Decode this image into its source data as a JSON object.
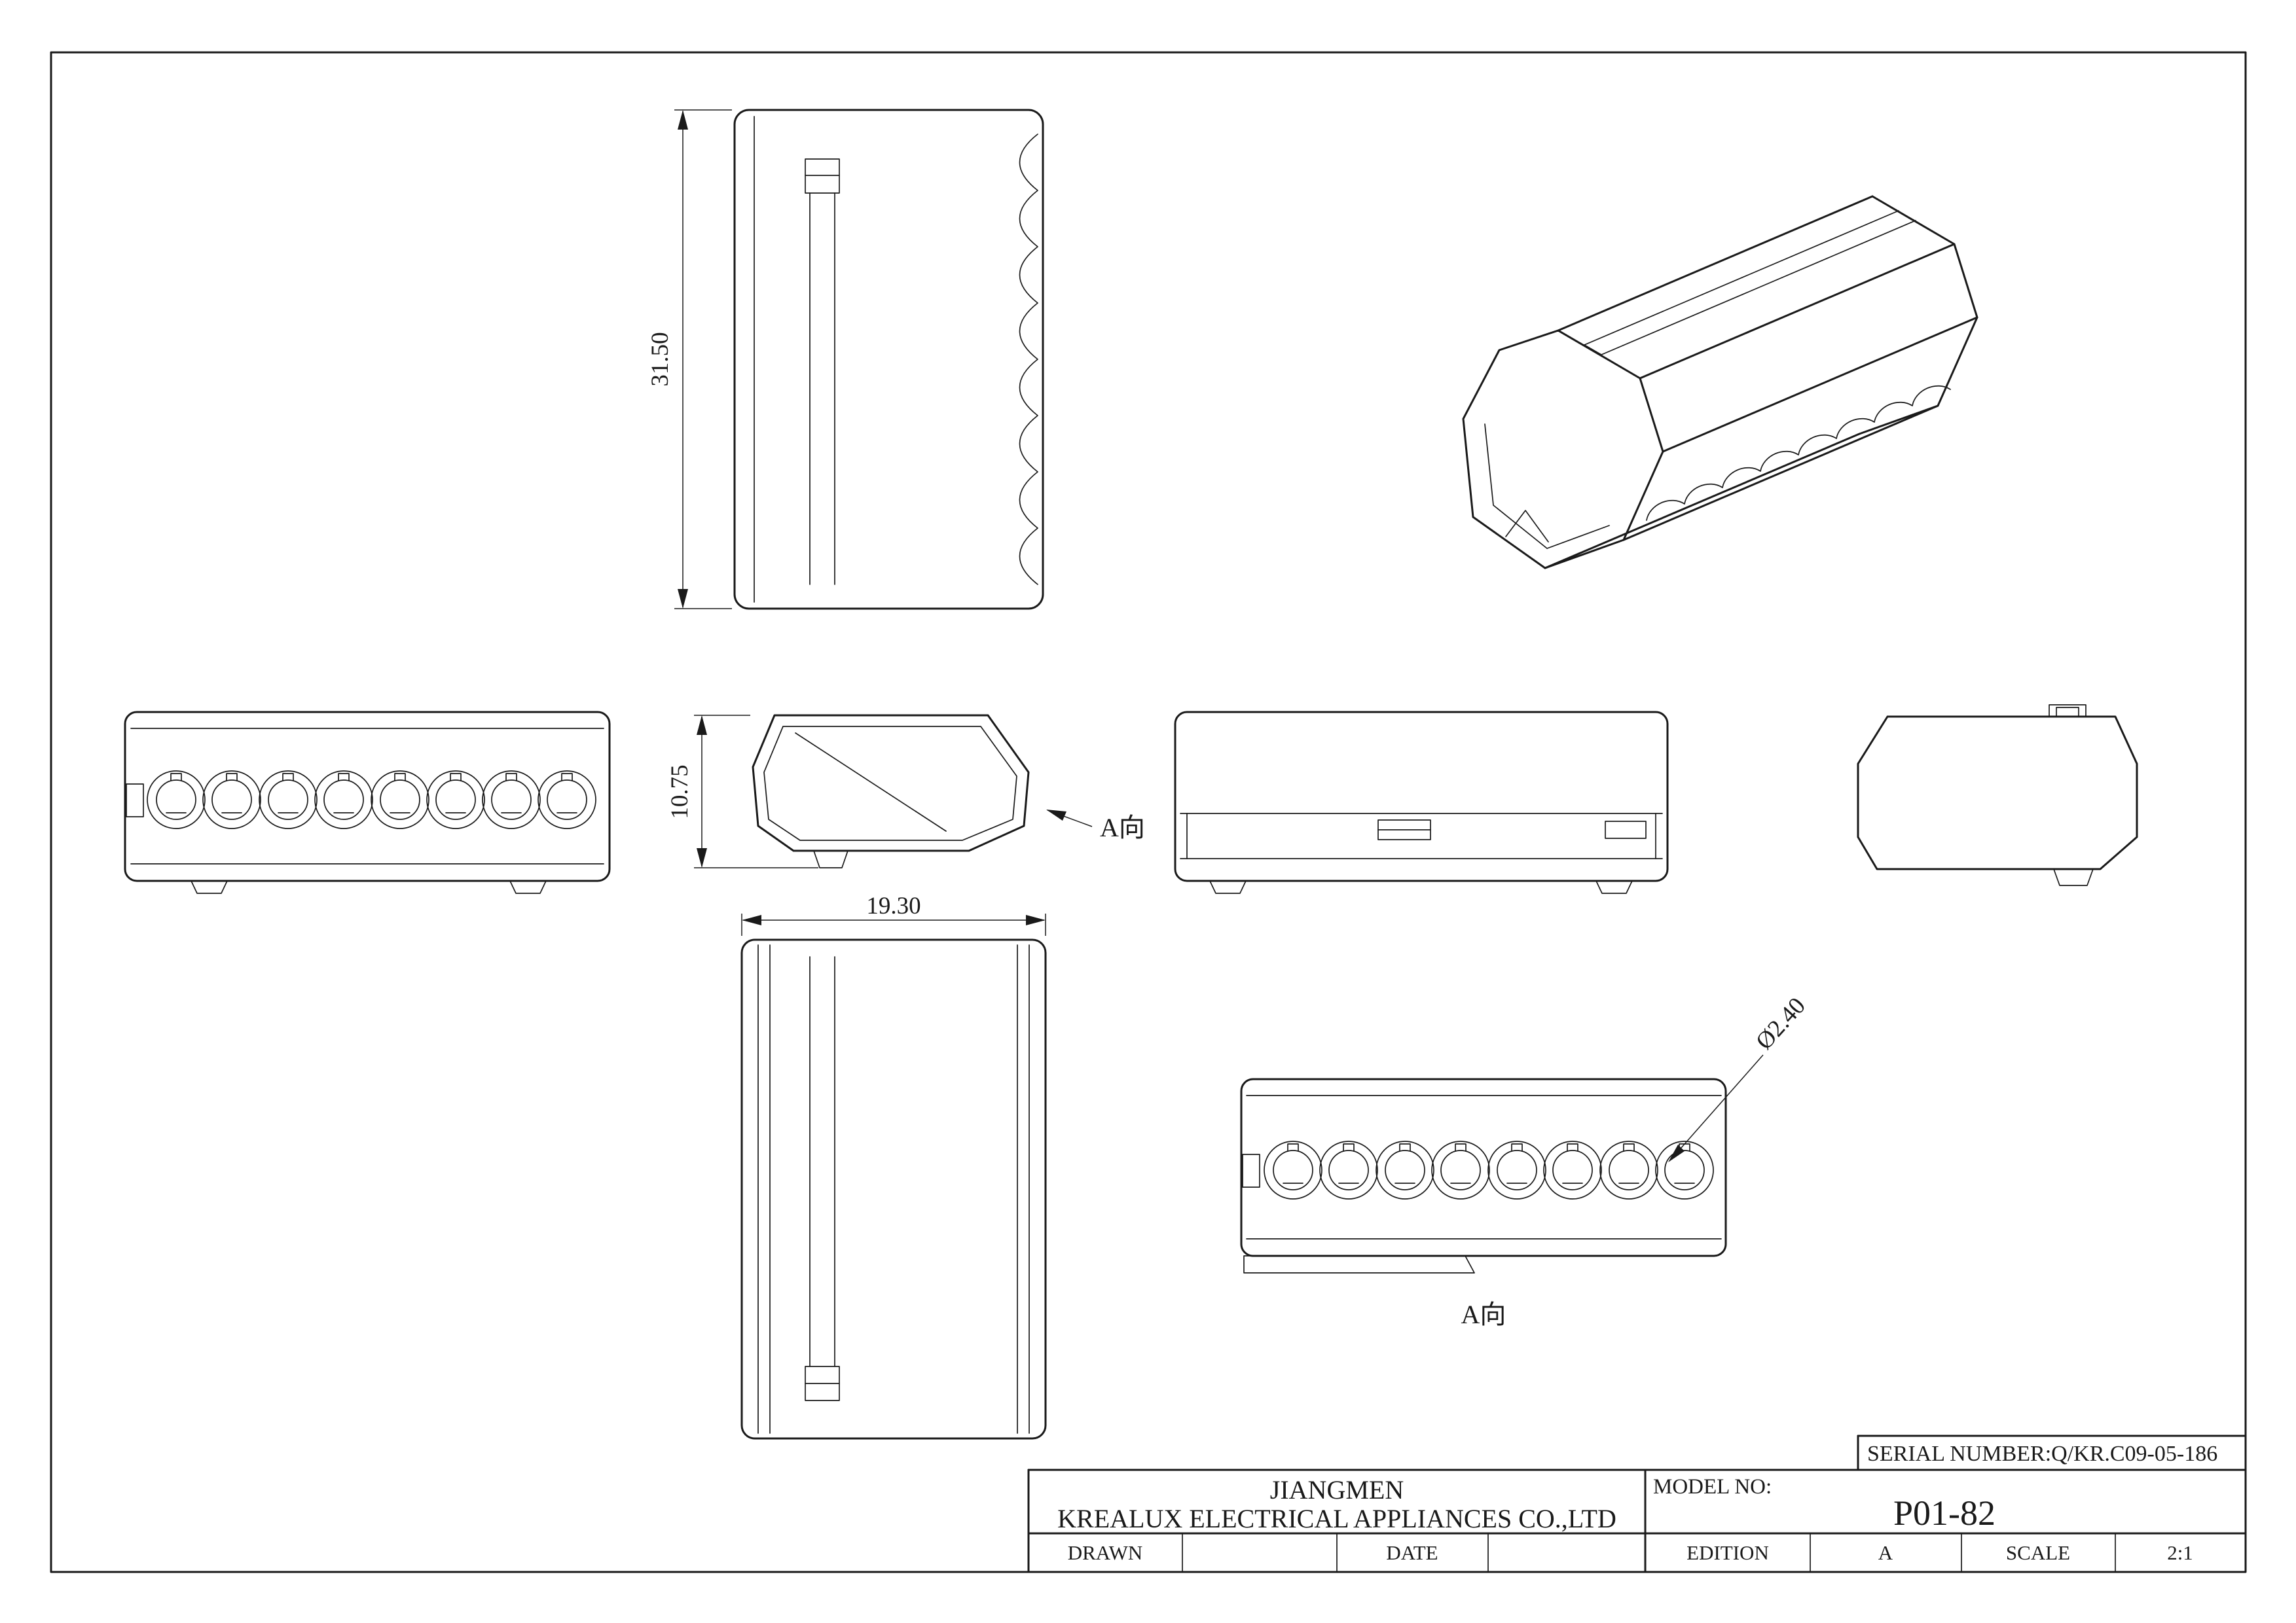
{
  "dimensions": {
    "height": "31.50",
    "profile_height": "10.75",
    "width": "19.30",
    "hole_diameter": "Ø2.40"
  },
  "annotations": {
    "view_a_arrow_label": "A向",
    "view_a_caption": "A向"
  },
  "title_block": {
    "serial": "SERIAL NUMBER:Q/KR.C09-05-186",
    "company_city": "JIANGMEN",
    "company_name": "KREALUX ELECTRICAL APPLIANCES CO.,LTD",
    "model_label": "MODEL NO:",
    "model_value": "P01-82",
    "drawn_label": "DRAWN",
    "date_label": "DATE",
    "edition_label": "EDITION",
    "edition_value": "A",
    "scale_label": "SCALE",
    "scale_value": "2:1"
  }
}
